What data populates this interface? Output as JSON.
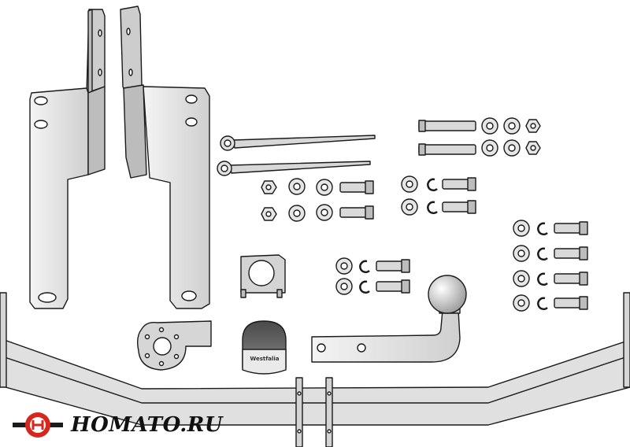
{
  "scene": {
    "description_tag": "towbar-kit-parts",
    "cap_text": "Westfalia",
    "background": "#ffffff",
    "part_fill": "#e6e6e6",
    "part_shade": "#b9b9b9",
    "stroke": "#1a1a1a"
  },
  "brand": {
    "logo_text": "HOMATO.RU",
    "logo_red": "#d8261c",
    "logo_dark": "#1c1c1c"
  }
}
